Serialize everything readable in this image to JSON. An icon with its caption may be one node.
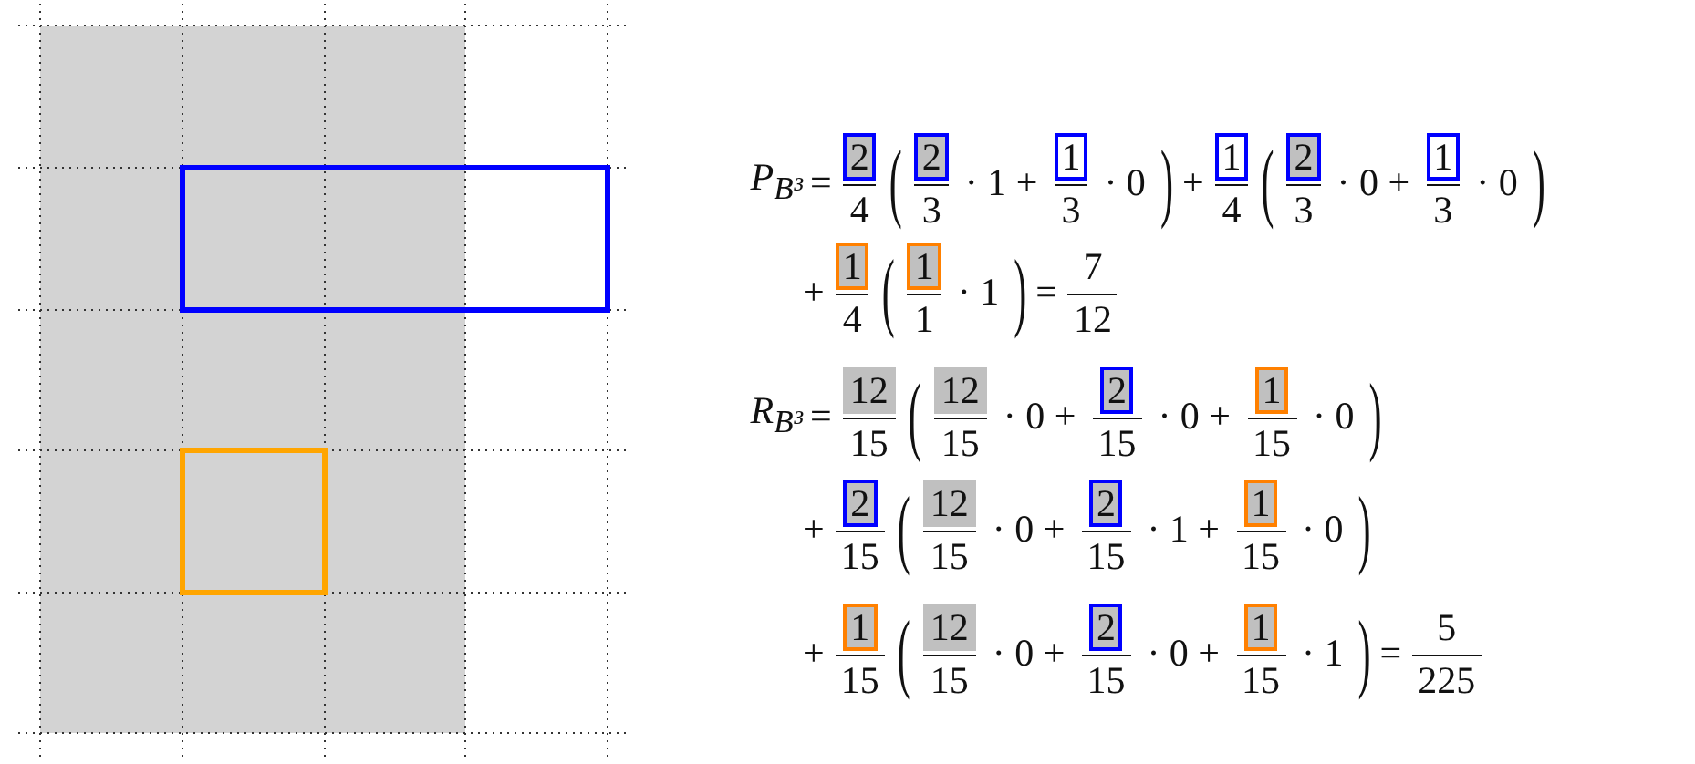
{
  "diagram": {
    "labels": [
      "P$_{B³}$",
      "=",
      "2",
      "4",
      "(",
      "2",
      "3",
      "· 1 +",
      "1",
      "3",
      "· 0",
      ")",
      "+",
      "1",
      "4",
      "(",
      "2",
      "3",
      "· 0 +",
      "1",
      "3",
      "· 0",
      ")",
      "+",
      "1",
      "4",
      "(",
      "1",
      "1",
      "· 1",
      ")",
      "=",
      "7",
      "12",
      "R$_{B³}$",
      "=",
      "12",
      "15",
      "(",
      "12",
      "15",
      "· 0 +",
      "2",
      "15",
      "· 0 +",
      "1",
      "15",
      "· 0",
      ")",
      "+",
      "2",
      "15",
      "(",
      "12",
      "15",
      "· 0 +",
      "2",
      "15",
      "· 1 +",
      "1",
      "15",
      "· 0",
      ")",
      "+",
      "1",
      "15",
      "(",
      "12",
      "15",
      "· 0 +",
      "2",
      "15",
      "· 0 +",
      "1",
      "15",
      "· 1",
      ")",
      "=",
      "5",
      "225"
    ]
  }
}
